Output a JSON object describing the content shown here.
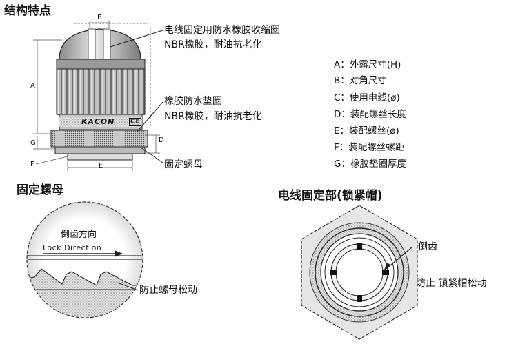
{
  "titles": {
    "features": "结构特点",
    "lock_nut": "固定螺母",
    "cable_clamp": "电线固定部(锁紧帽)"
  },
  "callouts": {
    "seal_line1": "电线固定用防水橡胶收缩圈",
    "seal_line2": "NBR橡胶，耐油抗老化",
    "gasket_line1": "橡胶防水垫圈",
    "gasket_line2": "NBR橡胶，耐油抗老化",
    "nut": "固定螺母",
    "brand": "KACON",
    "ce_mark": "CE"
  },
  "dimension_letters": {
    "a": "A",
    "b": "B",
    "d": "D",
    "e": "E",
    "f": "F",
    "g": "G"
  },
  "legend": [
    "A：外露尺寸(H)",
    "B：对角尺寸",
    "C：使用电线(ø)",
    "D：装配螺丝长度",
    "E：装配螺丝(ø)",
    "F：装配螺丝螺距",
    "G：橡胶垫圈厚度"
  ],
  "lock_nut_detail": {
    "label_cn": "倒齿方向",
    "label_en": "Lock Direction",
    "anti_loosen": "防止螺母松动"
  },
  "cable_clamp_detail": {
    "teeth": "倒齿",
    "anti_loosen": "防止 锁紧帽松动"
  }
}
